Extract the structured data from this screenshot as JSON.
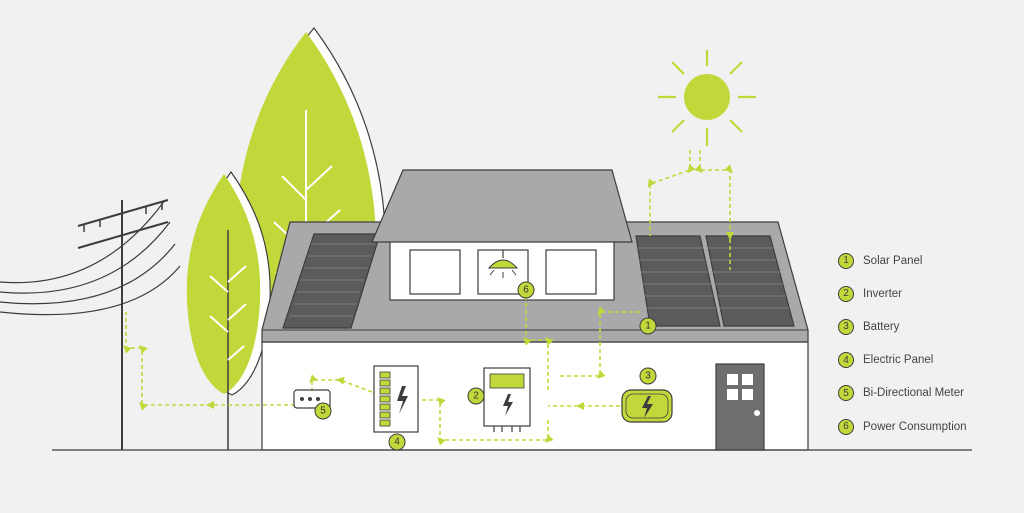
{
  "legend": [
    {
      "number": "1",
      "label": "Solar Panel"
    },
    {
      "number": "2",
      "label": "Inverter"
    },
    {
      "number": "3",
      "label": "Battery"
    },
    {
      "number": "4",
      "label": "Electric Panel"
    },
    {
      "number": "5",
      "label": "Bi-Directional Meter"
    },
    {
      "number": "6",
      "label": "Power Consumption"
    }
  ],
  "callouts": {
    "solar_panel": "1",
    "inverter": "2",
    "battery": "3",
    "electric_panel": "4",
    "meter": "5",
    "consumption": "6"
  },
  "colors": {
    "accent": "#c2d83a",
    "outline": "#3d3d3d",
    "roof": "#a8a9aa",
    "panel": "#5a5b5d",
    "background": "#f0f1f0",
    "wall": "#ffffff",
    "door": "#6d6e70"
  }
}
